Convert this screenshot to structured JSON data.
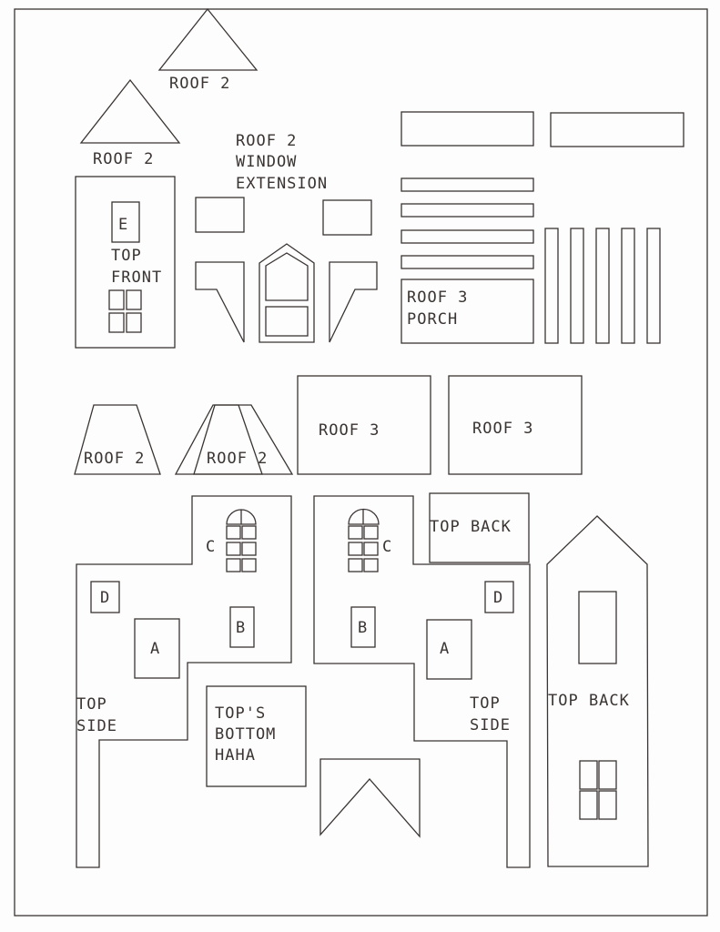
{
  "sheet": {
    "title": "House template cut-out sheet",
    "line_color": "#3a3432",
    "paper_color": "#fdfdfd"
  },
  "labels": {
    "roof2_top": "ROOF 2",
    "roof2_left": "ROOF 2",
    "roof2_window_ext_1": "ROOF 2",
    "roof2_window_ext_2": "WINDOW",
    "roof2_window_ext_3": "EXTENSION",
    "top_front_window": "E",
    "top_front_1": "TOP",
    "top_front_2": "FRONT",
    "roof3_porch_1": "ROOF 3",
    "roof3_porch_2": "PORCH",
    "roof2_trap_a": "ROOF 2",
    "roof2_trap_b": "ROOF 2",
    "roof3_a": "ROOF 3",
    "roof3_b": "ROOF 3",
    "top_back_small": "TOP BACK",
    "top_back_tall": "TOP BACK",
    "c_left": "C",
    "c_right": "C",
    "d_left": "D",
    "d_right": "D",
    "a_left": "A",
    "a_right": "A",
    "b_left": "B",
    "b_right": "B",
    "top_side_left_1": "TOP",
    "top_side_left_2": "SIDE",
    "top_side_right_1": "TOP",
    "top_side_right_2": "SIDE",
    "tops_bottom_1": "TOP'S",
    "tops_bottom_2": "BOTTOM",
    "tops_bottom_3": "HAHA"
  }
}
